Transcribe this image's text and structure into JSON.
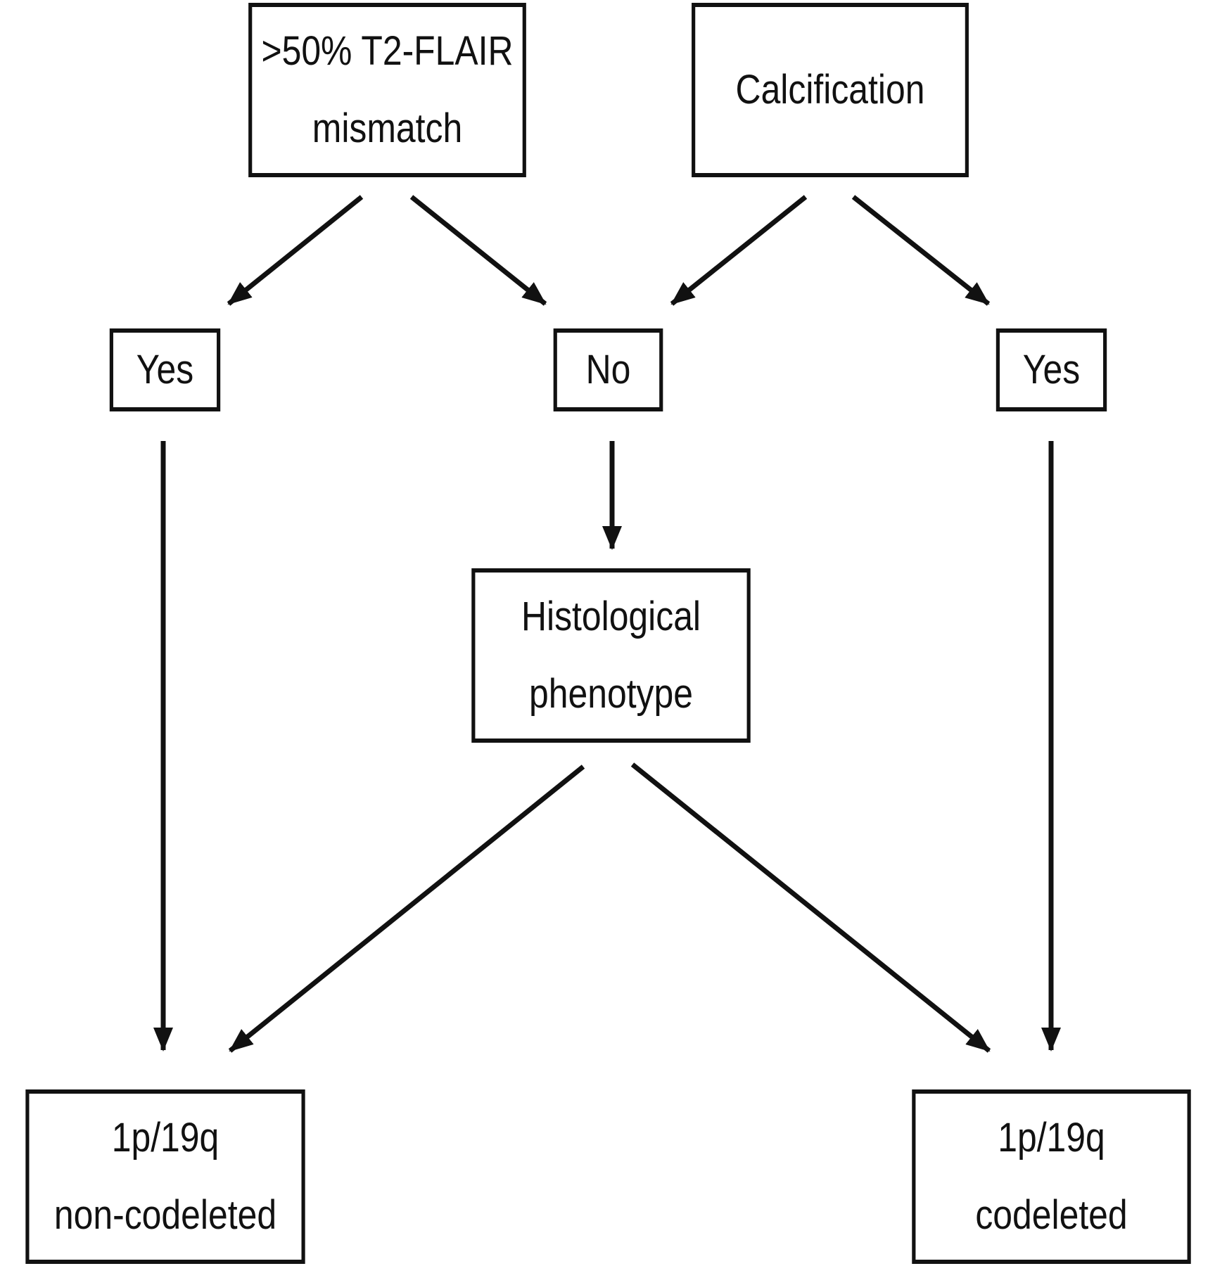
{
  "colors": {
    "stroke": "#111111",
    "background": "#ffffff"
  },
  "nodes": {
    "mismatch": {
      "line1": ">50% T2-FLAIR",
      "line2": "mismatch"
    },
    "calcification": {
      "line1": "Calcification"
    },
    "yes_left": {
      "label": "Yes"
    },
    "no": {
      "label": "No"
    },
    "yes_right": {
      "label": "Yes"
    },
    "histological": {
      "line1": "Histological",
      "line2": "phenotype"
    },
    "non_codeleted": {
      "line1": "1p/19q",
      "line2": "non-codeleted"
    },
    "codeleted": {
      "line1": "1p/19q",
      "line2": "codeleted"
    }
  }
}
